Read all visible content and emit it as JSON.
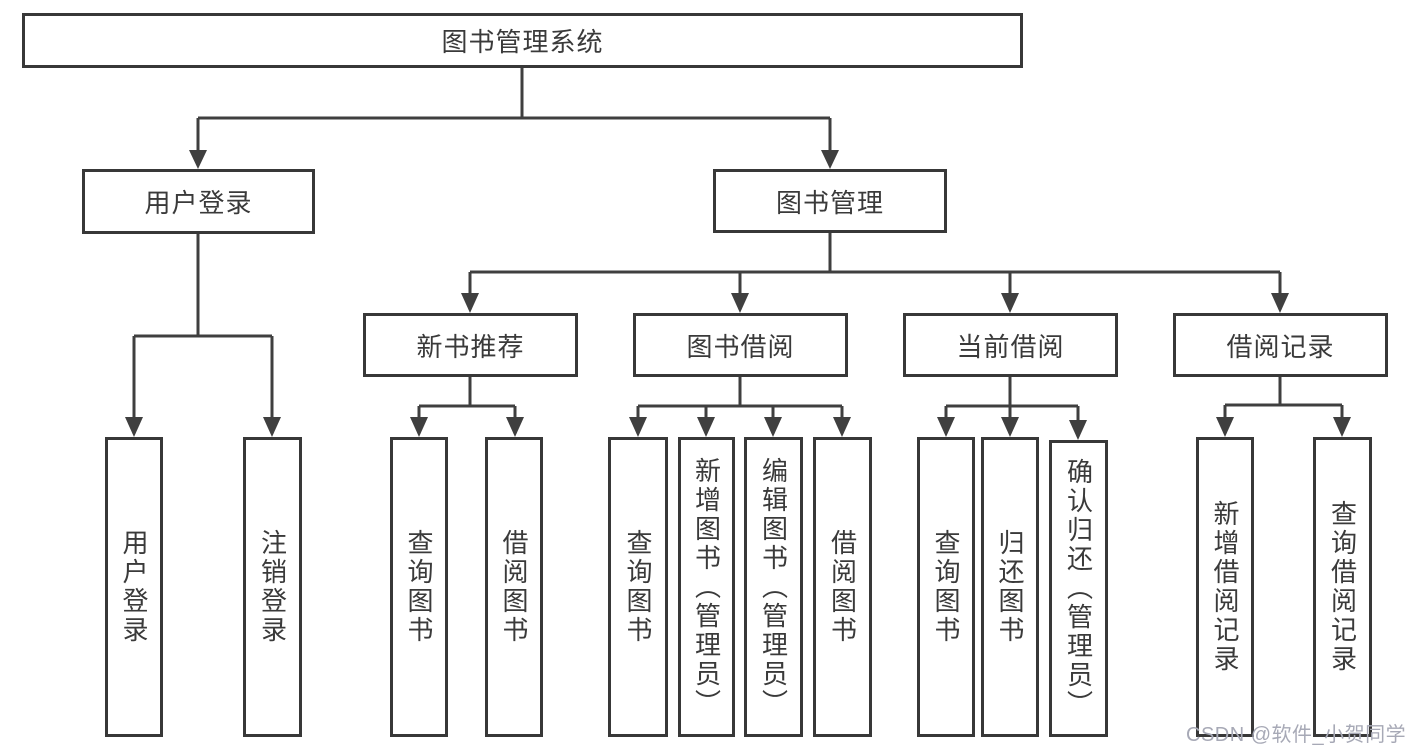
{
  "diagram": {
    "tree": {
      "label": "图书管理系统",
      "children": [
        {
          "label": "用户登录",
          "children": [
            {
              "label": "用户登录"
            },
            {
              "label": "注销登录"
            }
          ]
        },
        {
          "label": "图书管理",
          "children": [
            {
              "label": "新书推荐",
              "children": [
                {
                  "label": "查询图书"
                },
                {
                  "label": "借阅图书"
                }
              ]
            },
            {
              "label": "图书借阅",
              "children": [
                {
                  "label": "查询图书"
                },
                {
                  "label": "新增图书（管理员）"
                },
                {
                  "label": "编辑图书（管理员）"
                },
                {
                  "label": "借阅图书"
                }
              ]
            },
            {
              "label": "当前借阅",
              "children": [
                {
                  "label": "查询图书"
                },
                {
                  "label": "归还图书"
                },
                {
                  "label": "确认归还（管理员）"
                }
              ]
            },
            {
              "label": "借阅记录",
              "children": [
                {
                  "label": "新增借阅记录"
                },
                {
                  "label": "查询借阅记录"
                }
              ]
            }
          ]
        }
      ]
    },
    "colors": {
      "line": "#3f3f3f",
      "border": "#383838",
      "text": "#3a3a3a",
      "watermark": "#a7a9b6",
      "background": "#ffffff"
    },
    "watermark": {
      "text": "CSDN @软件_小贺同学"
    }
  }
}
